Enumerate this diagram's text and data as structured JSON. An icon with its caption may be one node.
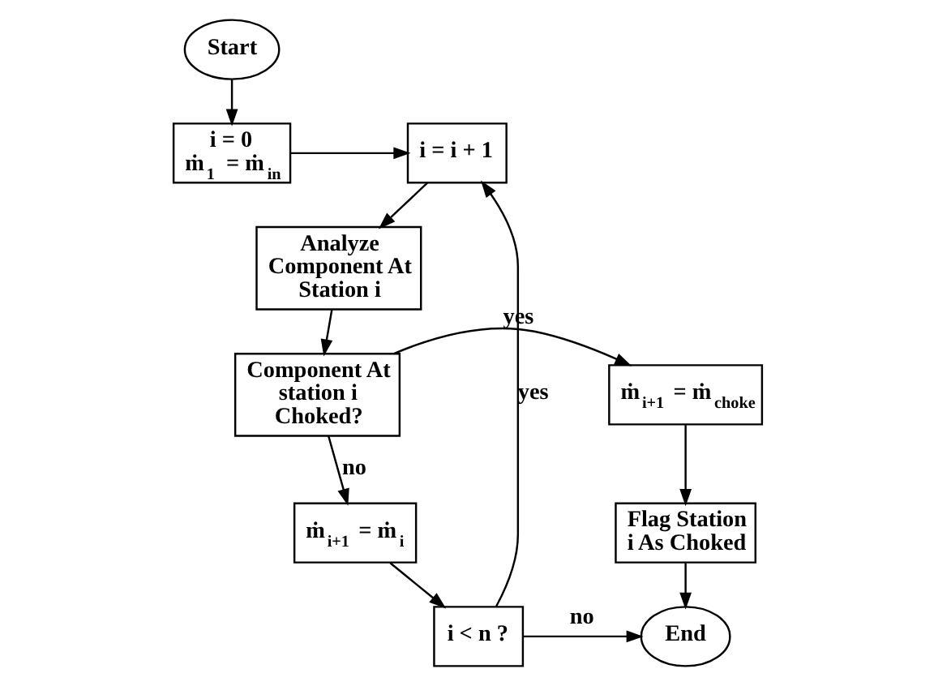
{
  "diagram": {
    "nodes": [
      {
        "text": [
          "i = 0",
          "ṁ$_{1}$ = ṁ$_{in}$"
        ]
      },
      {
        "text": [
          "Start"
        ]
      },
      {
        "text": [
          "i = i + 1"
        ]
      },
      {
        "text": [
          "Analyze Component At Station i"
        ]
      },
      {
        "text": [
          "Component At station i Choked?"
        ]
      },
      {
        "text": [
          "ṁ$_{i+1}$ = ṁ$_{choke}$"
        ]
      },
      {
        "text": [
          "ṁ$_{i+1}$ = ṁ$_{i}$"
        ]
      },
      {
        "text": [
          "Flag Station i As Choked"
        ]
      },
      {
        "text": [
          "i < n ?"
        ]
      },
      {
        "text": [
          "End"
        ]
      }
    ],
    "edges": [
      {
        "from": 1,
        "to": 0,
        "arrow": "to"
      },
      {
        "from": 0,
        "to": 2,
        "arrow": "to"
      },
      {
        "from": 2,
        "to": 3,
        "arrow": "to"
      },
      {
        "from": 3,
        "to": 4,
        "arrow": "to"
      },
      {
        "from": 4,
        "to": 5,
        "arrow": "to",
        "label": "yes"
      },
      {
        "from": 4,
        "to": 6,
        "arrow": "to",
        "label": "no"
      },
      {
        "from": 6,
        "to": 8,
        "arrow": "to"
      },
      {
        "from": 5,
        "to": 7,
        "arrow": "to"
      },
      {
        "from": 7,
        "to": 9,
        "arrow": "to"
      },
      {
        "from": 8,
        "to": 9,
        "arrow": "to",
        "label": "no"
      },
      {
        "from": 8,
        "to": 2,
        "arrow": "to",
        "label": "yes"
      }
    ]
  }
}
